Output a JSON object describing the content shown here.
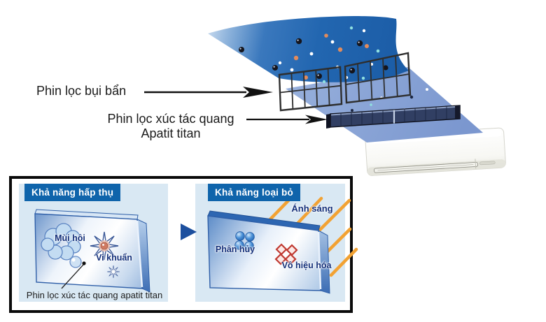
{
  "diagram": {
    "dust_filter_label": "Phin lọc bụi bẩn",
    "photo_filter_label_line1": "Phin lọc xúc tác quang",
    "photo_filter_label_line2": "Apatit titan"
  },
  "panels": {
    "absorb": {
      "title": "Khả năng hấp thụ",
      "odor": "Mùi hôi",
      "bacteria": "Vi khuẩn",
      "caption": "Phin lọc xúc tác quang apatit titan"
    },
    "remove": {
      "title": "Khả năng loại bỏ",
      "light": "Ánh sáng",
      "decompose": "Phân hủy",
      "neutralize": "Vô hiệu hóa"
    }
  },
  "colors": {
    "ribbon_blue": "#2368b2",
    "clean_band_blue": "#8aa4d6",
    "panel_bg": "#d9e8f3",
    "badge_bg": "#0f64ab",
    "label_navy": "#14307a",
    "ray_orange": "#f2a233",
    "step_arrow_blue": "#1c4f9e",
    "box_border": "#0a0a0a"
  }
}
